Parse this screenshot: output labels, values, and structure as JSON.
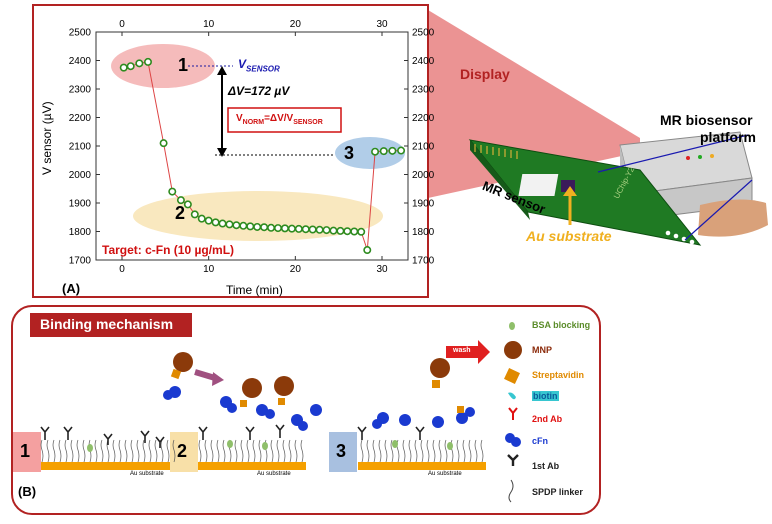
{
  "chart_data": {
    "type": "scatter",
    "xlabel": "Time (min)",
    "ylabel": "V sensor (µV)",
    "xlim": [
      -3,
      33
    ],
    "ylim": [
      1700,
      2500
    ],
    "xticks": [
      0,
      10,
      20,
      30
    ],
    "yticks": [
      1700,
      1800,
      1900,
      2000,
      2100,
      2200,
      2300,
      2400,
      2500
    ],
    "points": [
      {
        "x": 0.2,
        "y": 2375
      },
      {
        "x": 1.0,
        "y": 2380
      },
      {
        "x": 2.0,
        "y": 2390
      },
      {
        "x": 3.0,
        "y": 2395
      },
      {
        "x": 4.8,
        "y": 2110
      },
      {
        "x": 5.8,
        "y": 1940
      },
      {
        "x": 6.8,
        "y": 1910
      },
      {
        "x": 7.6,
        "y": 1895
      },
      {
        "x": 8.4,
        "y": 1860
      },
      {
        "x": 9.2,
        "y": 1845
      },
      {
        "x": 10.0,
        "y": 1838
      },
      {
        "x": 10.8,
        "y": 1832
      },
      {
        "x": 11.6,
        "y": 1828
      },
      {
        "x": 12.4,
        "y": 1825
      },
      {
        "x": 13.2,
        "y": 1822
      },
      {
        "x": 14.0,
        "y": 1820
      },
      {
        "x": 14.8,
        "y": 1818
      },
      {
        "x": 15.6,
        "y": 1816
      },
      {
        "x": 16.4,
        "y": 1815
      },
      {
        "x": 17.2,
        "y": 1813
      },
      {
        "x": 18.0,
        "y": 1812
      },
      {
        "x": 18.8,
        "y": 1811
      },
      {
        "x": 19.6,
        "y": 1810
      },
      {
        "x": 20.4,
        "y": 1809
      },
      {
        "x": 21.2,
        "y": 1808
      },
      {
        "x": 22.0,
        "y": 1807
      },
      {
        "x": 22.8,
        "y": 1806
      },
      {
        "x": 23.6,
        "y": 1805
      },
      {
        "x": 24.4,
        "y": 1803
      },
      {
        "x": 25.2,
        "y": 1802
      },
      {
        "x": 26.0,
        "y": 1801
      },
      {
        "x": 26.8,
        "y": 1800
      },
      {
        "x": 27.6,
        "y": 1799
      },
      {
        "x": 28.3,
        "y": 1735
      },
      {
        "x": 29.2,
        "y": 2080
      },
      {
        "x": 30.2,
        "y": 2082
      },
      {
        "x": 31.2,
        "y": 2083
      },
      {
        "x": 32.2,
        "y": 2084
      }
    ],
    "stage_labels": [
      "1",
      "2",
      "3"
    ],
    "annotations": {
      "vsensor": "V",
      "vsensor_sub": "SENSOR",
      "delta_v": "ΔV=172 µV",
      "vnorm_main": "V",
      "vnorm_sub1": "NORM",
      "vnorm_mid": "=ΔV/V",
      "vnorm_sub2": "SENSOR",
      "target": "Target: c-Fn (10 µg/mL)"
    },
    "marker_color": "#2e8b1f",
    "line_color": "#d44"
  },
  "panel_a_label": "(A)",
  "panel_b_label": "(B)",
  "display_label": "Display",
  "platform_label_1": "MR biosensor",
  "platform_label_2": "platform",
  "mr_sensor_label": "MR sensor",
  "au_substrate_label": "Au substrate",
  "chip_text": "UChip-Y2",
  "binding_title": "Binding mechanism",
  "stages": [
    {
      "number": "1",
      "substrate": "Au substrate"
    },
    {
      "number": "2",
      "substrate": "Au substrate"
    },
    {
      "number": "3",
      "substrate": "Au substrate"
    }
  ],
  "wash_label": "wash",
  "legend": [
    {
      "label": "BSA blocking",
      "color": "#5b8c2a",
      "icon": "bsa-icon"
    },
    {
      "label": "MNP",
      "color": "#8b2a0a",
      "icon": "mnp-icon"
    },
    {
      "label": "Streptavidin",
      "color": "#e08a00",
      "icon": "streptavidin-icon"
    },
    {
      "label": "biotin",
      "color": "#0a5a9a",
      "icon": "biotin-icon"
    },
    {
      "label": "2nd Ab",
      "color": "#e01010",
      "icon": "second-ab-icon"
    },
    {
      "label": "cFn",
      "color": "#1a3ad0",
      "icon": "cfn-icon"
    },
    {
      "label": "1st Ab",
      "color": "#222222",
      "icon": "first-ab-icon"
    },
    {
      "label": "SPDP linker",
      "color": "#222222",
      "icon": "spdp-linker-icon"
    }
  ],
  "colors": {
    "frame_red": "#b22222",
    "substrate": "#f5a000",
    "stage1": "#f4a0a0",
    "stage2": "#f8e0a8",
    "stage3": "#a8c0e0"
  }
}
